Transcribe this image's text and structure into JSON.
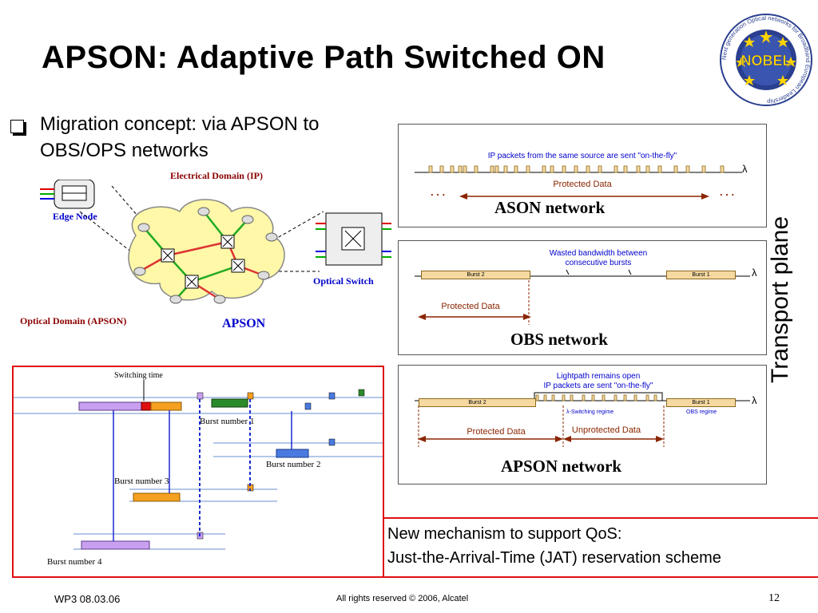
{
  "slide": {
    "title": "APSON: Adaptive Path Switched ON",
    "bullet_line1": "Migration concept: via APSON to",
    "bullet_line2": "OBS/OPS networks",
    "logo_text": "NOBEL",
    "logo_ring_text": "Next generation Optical networks for Broadband European Leadership"
  },
  "network_diagram": {
    "electrical_domain": "Electrical Domain (IP)",
    "edge_node": "Edge Node",
    "optical_switch": "Optical Switch",
    "optical_domain": "Optical Domain (APSON)",
    "apson": "APSON"
  },
  "ason_panel": {
    "caption": "IP packets from the same source are sent \"on-the-fly\"",
    "protected": "Protected Data",
    "dots_left": ". . .",
    "dots_right": ". . .",
    "lambda": "λ",
    "title": "ASON network"
  },
  "obs_panel": {
    "caption_line1": "Wasted bandwidth between",
    "caption_line2": "consecutive bursts",
    "burst_left": "Burst 2",
    "burst_right": "Burst 1",
    "lambda": "λ",
    "protected": "Protected Data",
    "title": "OBS network"
  },
  "apson_panel": {
    "caption_line1": "Lightpath remains open",
    "caption_line2": "IP packets are sent \"on-the-fly\"",
    "burst_left": "Burst 2",
    "burst_right": "Burst 1",
    "lambda": "λ",
    "switching_regime": "λ-Switching regime",
    "obs_regime": "OBS regime",
    "protected": "Protected Data",
    "unprotected": "Unprotected Data",
    "title": "APSON network"
  },
  "transport_plane": "Transport plane",
  "timing_diagram": {
    "switching_time": "Switching time",
    "burst1": "Burst number 1",
    "burst2": "Burst number 2",
    "burst3": "Burst number 3",
    "burst4": "Burst number 4"
  },
  "qos": {
    "line1": "New mechanism to support QoS:",
    "line2": "Just-the-Arrival-Time (JAT) reservation scheme"
  },
  "footer": {
    "left": "WP3 08.03.06",
    "center": "All rights reserved © 2006, Alcatel",
    "page": "12"
  },
  "colors": {
    "red_box": "#e01010",
    "burst_fill": "#f5d9a0",
    "cloud_fill": "#fff8a8",
    "protected_arrow": "#8b2500",
    "blue_text": "#0000cc",
    "dark_red_text": "#8b0000"
  }
}
